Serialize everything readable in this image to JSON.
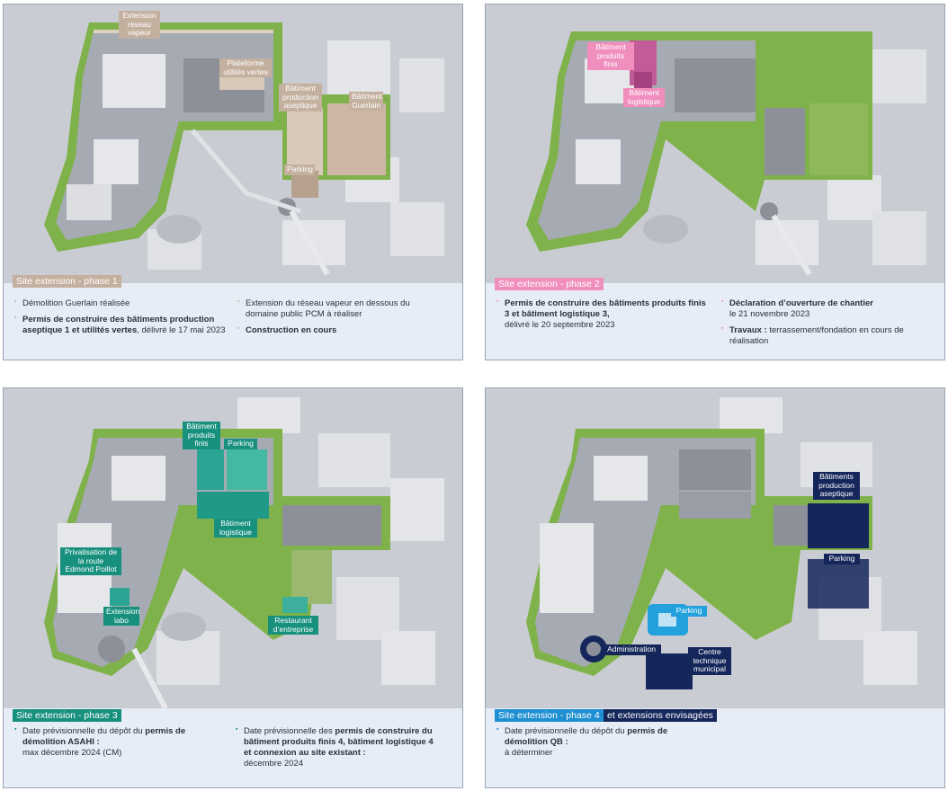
{
  "panels": {
    "p1": {
      "tag": "Site extension - phase 1",
      "labels": {
        "steam": "Extension réseau vapeur",
        "utilities": "Plateforme utilités vertes",
        "aseptic": "Bâtiment production aseptique",
        "guerlain": "Bâtiment Guerlain",
        "parking": "Parking"
      },
      "col1": {
        "b1": "Démolition Guerlain réalisée",
        "b2_bold": "Permis de construire des bâtiments production aseptique 1 et utilités vertes",
        "b2_rest": ", délivré le 17 mai 2023"
      },
      "col2": {
        "b1": "Extension du réseau vapeur en dessous du domaine public PCM à réaliser",
        "b2_bold": "Construction en cours"
      }
    },
    "p2": {
      "tag": "Site extension - phase 2",
      "labels": {
        "finished": "Bâtiment produits finis",
        "logistic": "Bâtiment logistique"
      },
      "col1": {
        "b1_bold": "Permis de construire des bâtiments produits finis 3 et bâtiment logistique 3,",
        "b1_rest": "délivré le 20 septembre 2023"
      },
      "col2": {
        "b1_bold": "Déclaration d’ouverture de chantier",
        "b1_rest": "le 21 novembre 2023",
        "b2_bold": "Travaux :",
        "b2_rest": " terrassement/fondation en cours de réalisation"
      }
    },
    "p3": {
      "tag": "Site extension - phase 3",
      "labels": {
        "finished": "Bâtiment produits finis",
        "parking": "Parking",
        "logistic": "Bâtiment logistique",
        "road": "Privatisation de la route Edmond Poillot",
        "lab": "Extension labo",
        "restaurant": "Restaurant d’entreprise"
      },
      "col1": {
        "b1_pre": "Date prévisionnelle du dépôt du ",
        "b1_bold": "permis de démolition ASAHI :",
        "b1_rest": "max décembre 2024 (CM)"
      },
      "col2": {
        "b1_pre": "Date prévisionnelle des ",
        "b1_bold": "permis de construire du bâtiment produits finis 4, bâtiment logistique 4 et connexion au site existant :",
        "b1_rest": "décembre 2024"
      }
    },
    "p4": {
      "tag": "Site extension - phase 4",
      "tag2": "et extensions envisagées",
      "labels": {
        "aseptic": "Bâtiments production aseptique",
        "parking_navy": "Parking",
        "parking_cyan": "Parking",
        "admin": "Administration",
        "ctm": "Centre technique municipal"
      },
      "col1": {
        "b1_pre": "Date prévisionnelle du dépôt du ",
        "b1_bold": "permis de démolition QB :",
        "b1_rest": "à déterminer"
      }
    }
  },
  "colors": {
    "phase1": "#c4b09f",
    "phase2": "#f08fbd",
    "phase3": "#17907e",
    "phase4": "#1e8fd1",
    "navy": "#15265a"
  }
}
